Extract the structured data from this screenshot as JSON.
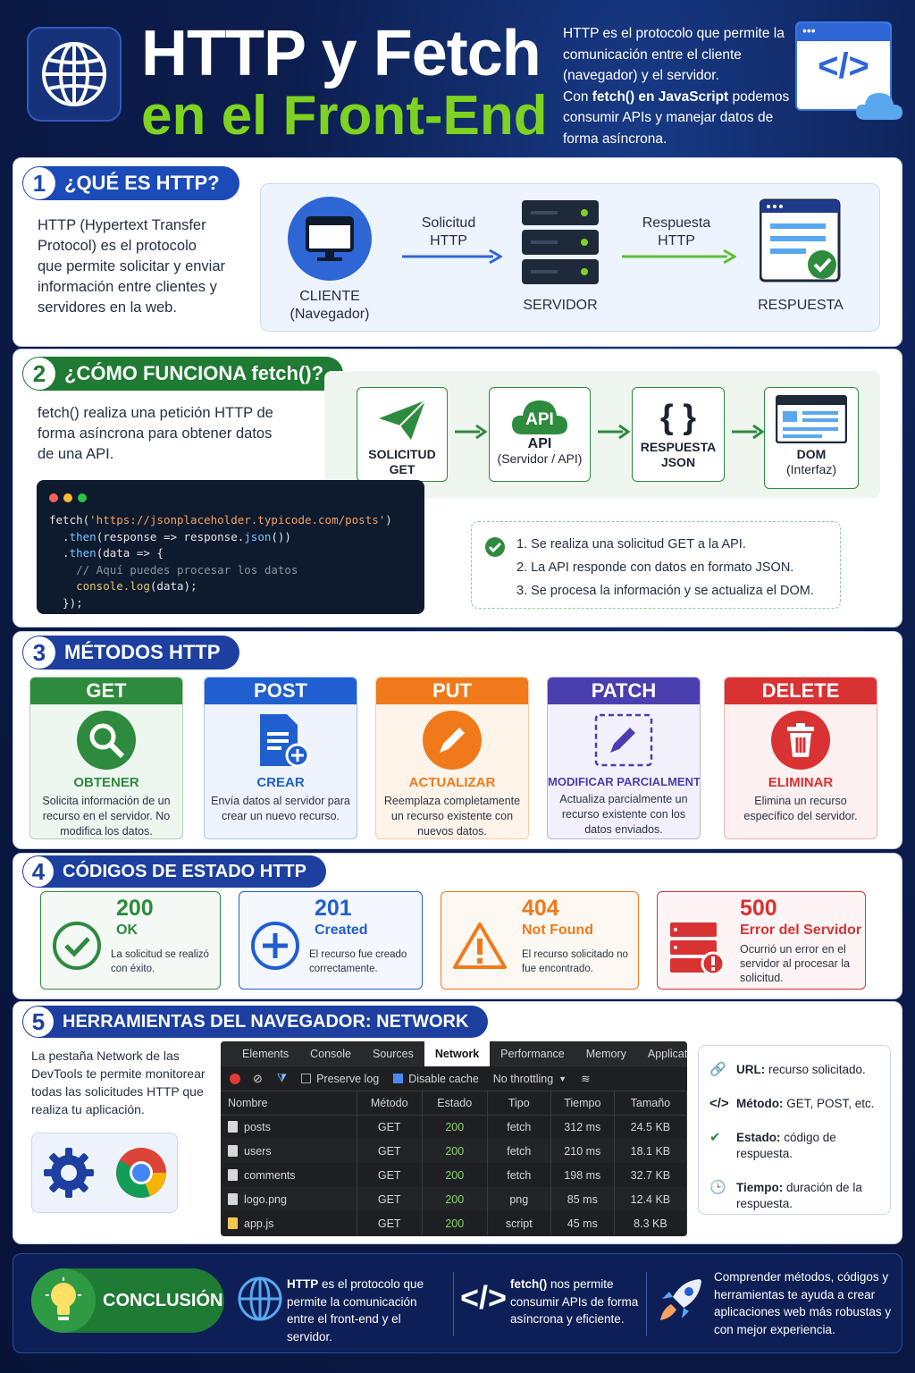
{
  "header": {
    "title_line1": "HTTP y Fetch",
    "title_line2": "en el Front-End",
    "desc_p1": "HTTP es el protocolo que permite la comunicación entre el cliente (navegador) y el servidor.",
    "desc_p2_pre": "Con ",
    "desc_p2_bold": "fetch() en JavaScript",
    "desc_p2_post": " podemos consumir APIs y manejar datos de forma asíncrona.",
    "code_icon": "</>"
  },
  "s1": {
    "num": "1",
    "title": "¿QUÉ ES HTTP?",
    "text": "HTTP (Hypertext Transfer Protocol) es el protocolo que permite solicitar y enviar información entre clientes y servidores en la web.",
    "client": "CLIENTE",
    "client_sub": "(Navegador)",
    "req1": "Solicitud",
    "req2": "HTTP",
    "server": "SERVIDOR",
    "res1": "Respuesta",
    "res2": "HTTP",
    "response": "RESPUESTA"
  },
  "s2": {
    "num": "2",
    "title": "¿CÓMO FUNCIONA fetch()?",
    "text": "fetch() realiza una petición HTTP de forma asíncrona para obtener datos de una API.",
    "n1a": "SOLICITUD",
    "n1b": "GET",
    "api_cloud": "API",
    "n2a": "API",
    "n2b": "(Servidor / API)",
    "braces": "{ }",
    "n3a": "RESPUESTA",
    "n3b": "JSON",
    "n4a": "DOM",
    "n4b": "(Interfaz)",
    "code": {
      "l1a": "fetch(",
      "l1b": "'https://jsonplaceholder.typicode.com/posts'",
      "l1c": ")",
      "l2a": "  .",
      "l2b": "then",
      "l2c": "(response => response.",
      "l2d": "json",
      "l2e": "())",
      "l3a": "  .",
      "l3b": "then",
      "l3c": "(data => {",
      "l4": "    // Aquí puedes procesar los datos",
      "l5a": "    ",
      "l5b": "console.log",
      "l5c": "(data);",
      "l6": "  });"
    },
    "steps": [
      "1.  Se realiza una solicitud GET a la API.",
      "2.  La API responde con datos en formato JSON.",
      "3.  Se procesa la información y se actualiza el DOM."
    ]
  },
  "s3": {
    "num": "3",
    "title": "MÉTODOS HTTP",
    "methods": [
      {
        "name": "GET",
        "action": "OBTENER",
        "desc": "Solicita información de un recurso en el servidor. No modifica los datos.",
        "color": "#2e8b3e",
        "bg": "#eef7ef"
      },
      {
        "name": "POST",
        "action": "CREAR",
        "desc": "Envía datos al servidor para crear un nuevo recurso.",
        "color": "#1f5fd0",
        "bg": "#eef3fd"
      },
      {
        "name": "PUT",
        "action": "ACTUALIZAR",
        "desc": "Reemplaza completamente un recurso existente con nuevos datos.",
        "color": "#f07a1a",
        "bg": "#fff4ea"
      },
      {
        "name": "PATCH",
        "action": "MODIFICAR PARCIALMENTE",
        "desc": "Actualiza parcialmente un recurso existente con los datos enviados.",
        "color": "#4b3fb0",
        "bg": "#f2f0fb"
      },
      {
        "name": "DELETE",
        "action": "ELIMINAR",
        "desc": "Elimina un recurso específico del servidor.",
        "color": "#d83232",
        "bg": "#fdf0f0"
      }
    ]
  },
  "s4": {
    "num": "4",
    "title": "CÓDIGOS DE ESTADO HTTP",
    "codes": [
      {
        "code": "200",
        "name": "OK",
        "desc": "La solicitud se realizó con éxito.",
        "color": "#2e8b3e"
      },
      {
        "code": "201",
        "name": "Created",
        "desc": "El recurso fue creado correctamente.",
        "color": "#1f5fd0"
      },
      {
        "code": "404",
        "name": "Not Found",
        "desc": "El recurso solicitado no fue encontrado.",
        "color": "#f07a1a"
      },
      {
        "code": "500",
        "name": "Error del Servidor",
        "desc": "Ocurrió un error en el servidor al procesar la solicitud.",
        "color": "#d83232"
      }
    ]
  },
  "s5": {
    "num": "5",
    "title": "HERRAMIENTAS DEL NAVEGADOR: NETWORK",
    "text": "La pestaña Network de las DevTools te permite monitorear todas las solicitudes HTTP que realiza tu aplicación.",
    "tabs": [
      "Elements",
      "Console",
      "Sources",
      "Network",
      "Performance",
      "Memory",
      "Application"
    ],
    "preserve": "Preserve log",
    "disable": "Disable cache",
    "throttle": "No throttling",
    "headers": [
      "Nombre",
      "Método",
      "Estado",
      "Tipo",
      "Tiempo",
      "Tamaño"
    ],
    "rows": [
      [
        "posts",
        "GET",
        "200",
        "fetch",
        "312 ms",
        "24.5 KB"
      ],
      [
        "users",
        "GET",
        "200",
        "fetch",
        "210 ms",
        "18.1 KB"
      ],
      [
        "comments",
        "GET",
        "200",
        "fetch",
        "198 ms",
        "32.7 KB"
      ],
      [
        "logo.png",
        "GET",
        "200",
        "png",
        "85 ms",
        "12.4 KB"
      ],
      [
        "app.js",
        "GET",
        "200",
        "script",
        "45 ms",
        "8.3 KB"
      ]
    ],
    "legend": [
      {
        "icon": "link-icon",
        "bold": "URL:",
        "rest": " recurso solicitado."
      },
      {
        "icon": "code-icon",
        "bold": "Método:",
        "rest": " GET, POST, etc."
      },
      {
        "icon": "check-icon",
        "bold": "Estado:",
        "rest": " código de respuesta."
      },
      {
        "icon": "clock-icon",
        "bold": "Tiempo:",
        "rest": " duración de la respuesta."
      }
    ]
  },
  "conclusion": {
    "label": "CONCLUSIÓN",
    "c1_bold": "HTTP",
    "c1_rest": " es el protocolo que permite la comunicación entre el front-end y el servidor.",
    "c2_bold": "fetch()",
    "c2_rest": " nos permite consumir APIs de forma asíncrona y eficiente.",
    "c3": "Comprender métodos, códigos y herramientas te ayuda a crear aplicaciones web más robustas y con mejor experiencia."
  }
}
